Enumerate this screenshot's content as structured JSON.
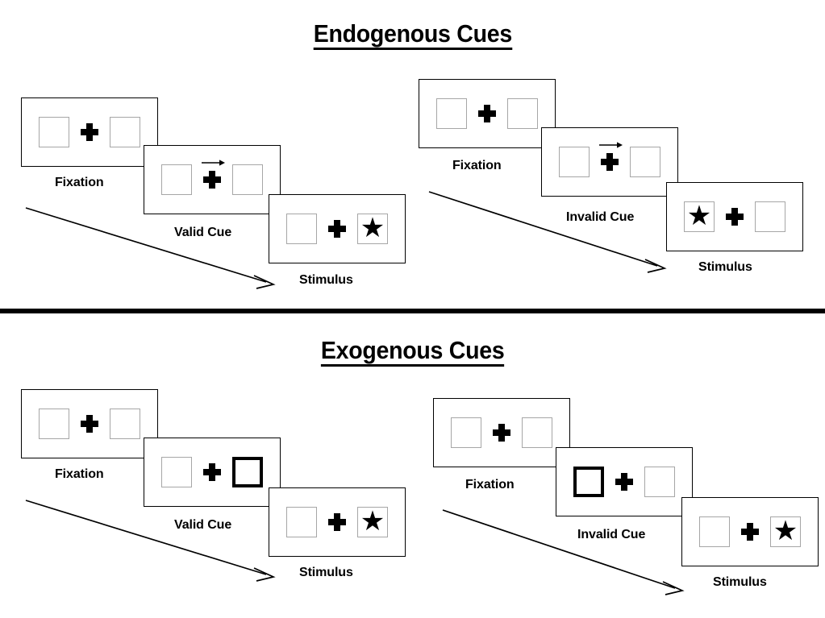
{
  "document": {
    "type": "experiment-paradigm-diagram",
    "sections": [
      {
        "id": "endogenous",
        "title": "Endogenous Cues",
        "sequences": [
          {
            "id": "endogenous-valid",
            "condition": "valid",
            "panels": [
              {
                "label": "Fixation",
                "left_box": {
                  "cued": false,
                  "target": false
                },
                "right_box": {
                  "cued": false,
                  "target": false
                },
                "center_cue": "plus"
              },
              {
                "label": "Valid Cue",
                "left_box": {
                  "cued": false,
                  "target": false
                },
                "right_box": {
                  "cued": false,
                  "target": false
                },
                "center_cue": "plus-with-right-arrow"
              },
              {
                "label": "Stimulus",
                "left_box": {
                  "cued": false,
                  "target": false
                },
                "right_box": {
                  "cued": false,
                  "target": true
                },
                "center_cue": "plus"
              }
            ]
          },
          {
            "id": "endogenous-invalid",
            "condition": "invalid",
            "panels": [
              {
                "label": "Fixation",
                "left_box": {
                  "cued": false,
                  "target": false
                },
                "right_box": {
                  "cued": false,
                  "target": false
                },
                "center_cue": "plus"
              },
              {
                "label": "Invalid Cue",
                "left_box": {
                  "cued": false,
                  "target": false
                },
                "right_box": {
                  "cued": false,
                  "target": false
                },
                "center_cue": "plus-with-right-arrow"
              },
              {
                "label": "Stimulus",
                "left_box": {
                  "cued": false,
                  "target": true
                },
                "right_box": {
                  "cued": false,
                  "target": false
                },
                "center_cue": "plus"
              }
            ]
          }
        ]
      },
      {
        "id": "exogenous",
        "title": "Exogenous Cues",
        "sequences": [
          {
            "id": "exogenous-valid",
            "condition": "valid",
            "panels": [
              {
                "label": "Fixation",
                "left_box": {
                  "cued": false,
                  "target": false
                },
                "right_box": {
                  "cued": false,
                  "target": false
                },
                "center_cue": "plus"
              },
              {
                "label": "Valid Cue",
                "left_box": {
                  "cued": false,
                  "target": false
                },
                "right_box": {
                  "cued": true,
                  "target": false
                },
                "center_cue": "plus"
              },
              {
                "label": "Stimulus",
                "left_box": {
                  "cued": false,
                  "target": false
                },
                "right_box": {
                  "cued": false,
                  "target": true
                },
                "center_cue": "plus"
              }
            ]
          },
          {
            "id": "exogenous-invalid",
            "condition": "invalid",
            "panels": [
              {
                "label": "Fixation",
                "left_box": {
                  "cued": false,
                  "target": false
                },
                "right_box": {
                  "cued": false,
                  "target": false
                },
                "center_cue": "plus"
              },
              {
                "label": "Invalid Cue",
                "left_box": {
                  "cued": true,
                  "target": false
                },
                "right_box": {
                  "cued": false,
                  "target": false
                },
                "center_cue": "plus"
              },
              {
                "label": "Stimulus",
                "left_box": {
                  "cued": false,
                  "target": false
                },
                "right_box": {
                  "cued": false,
                  "target": true
                },
                "center_cue": "plus"
              }
            ]
          }
        ]
      }
    ],
    "symbols": {
      "target": "★",
      "fixation": "plus-sign",
      "arrow_cue": "right-arrow",
      "flow": "diagonal-time-arrow"
    },
    "colors": {
      "panel_border": "#000000",
      "box_border": "#a6a6a6",
      "cued_box_border": "#000000",
      "ink": "#000000",
      "background": "#ffffff"
    }
  }
}
